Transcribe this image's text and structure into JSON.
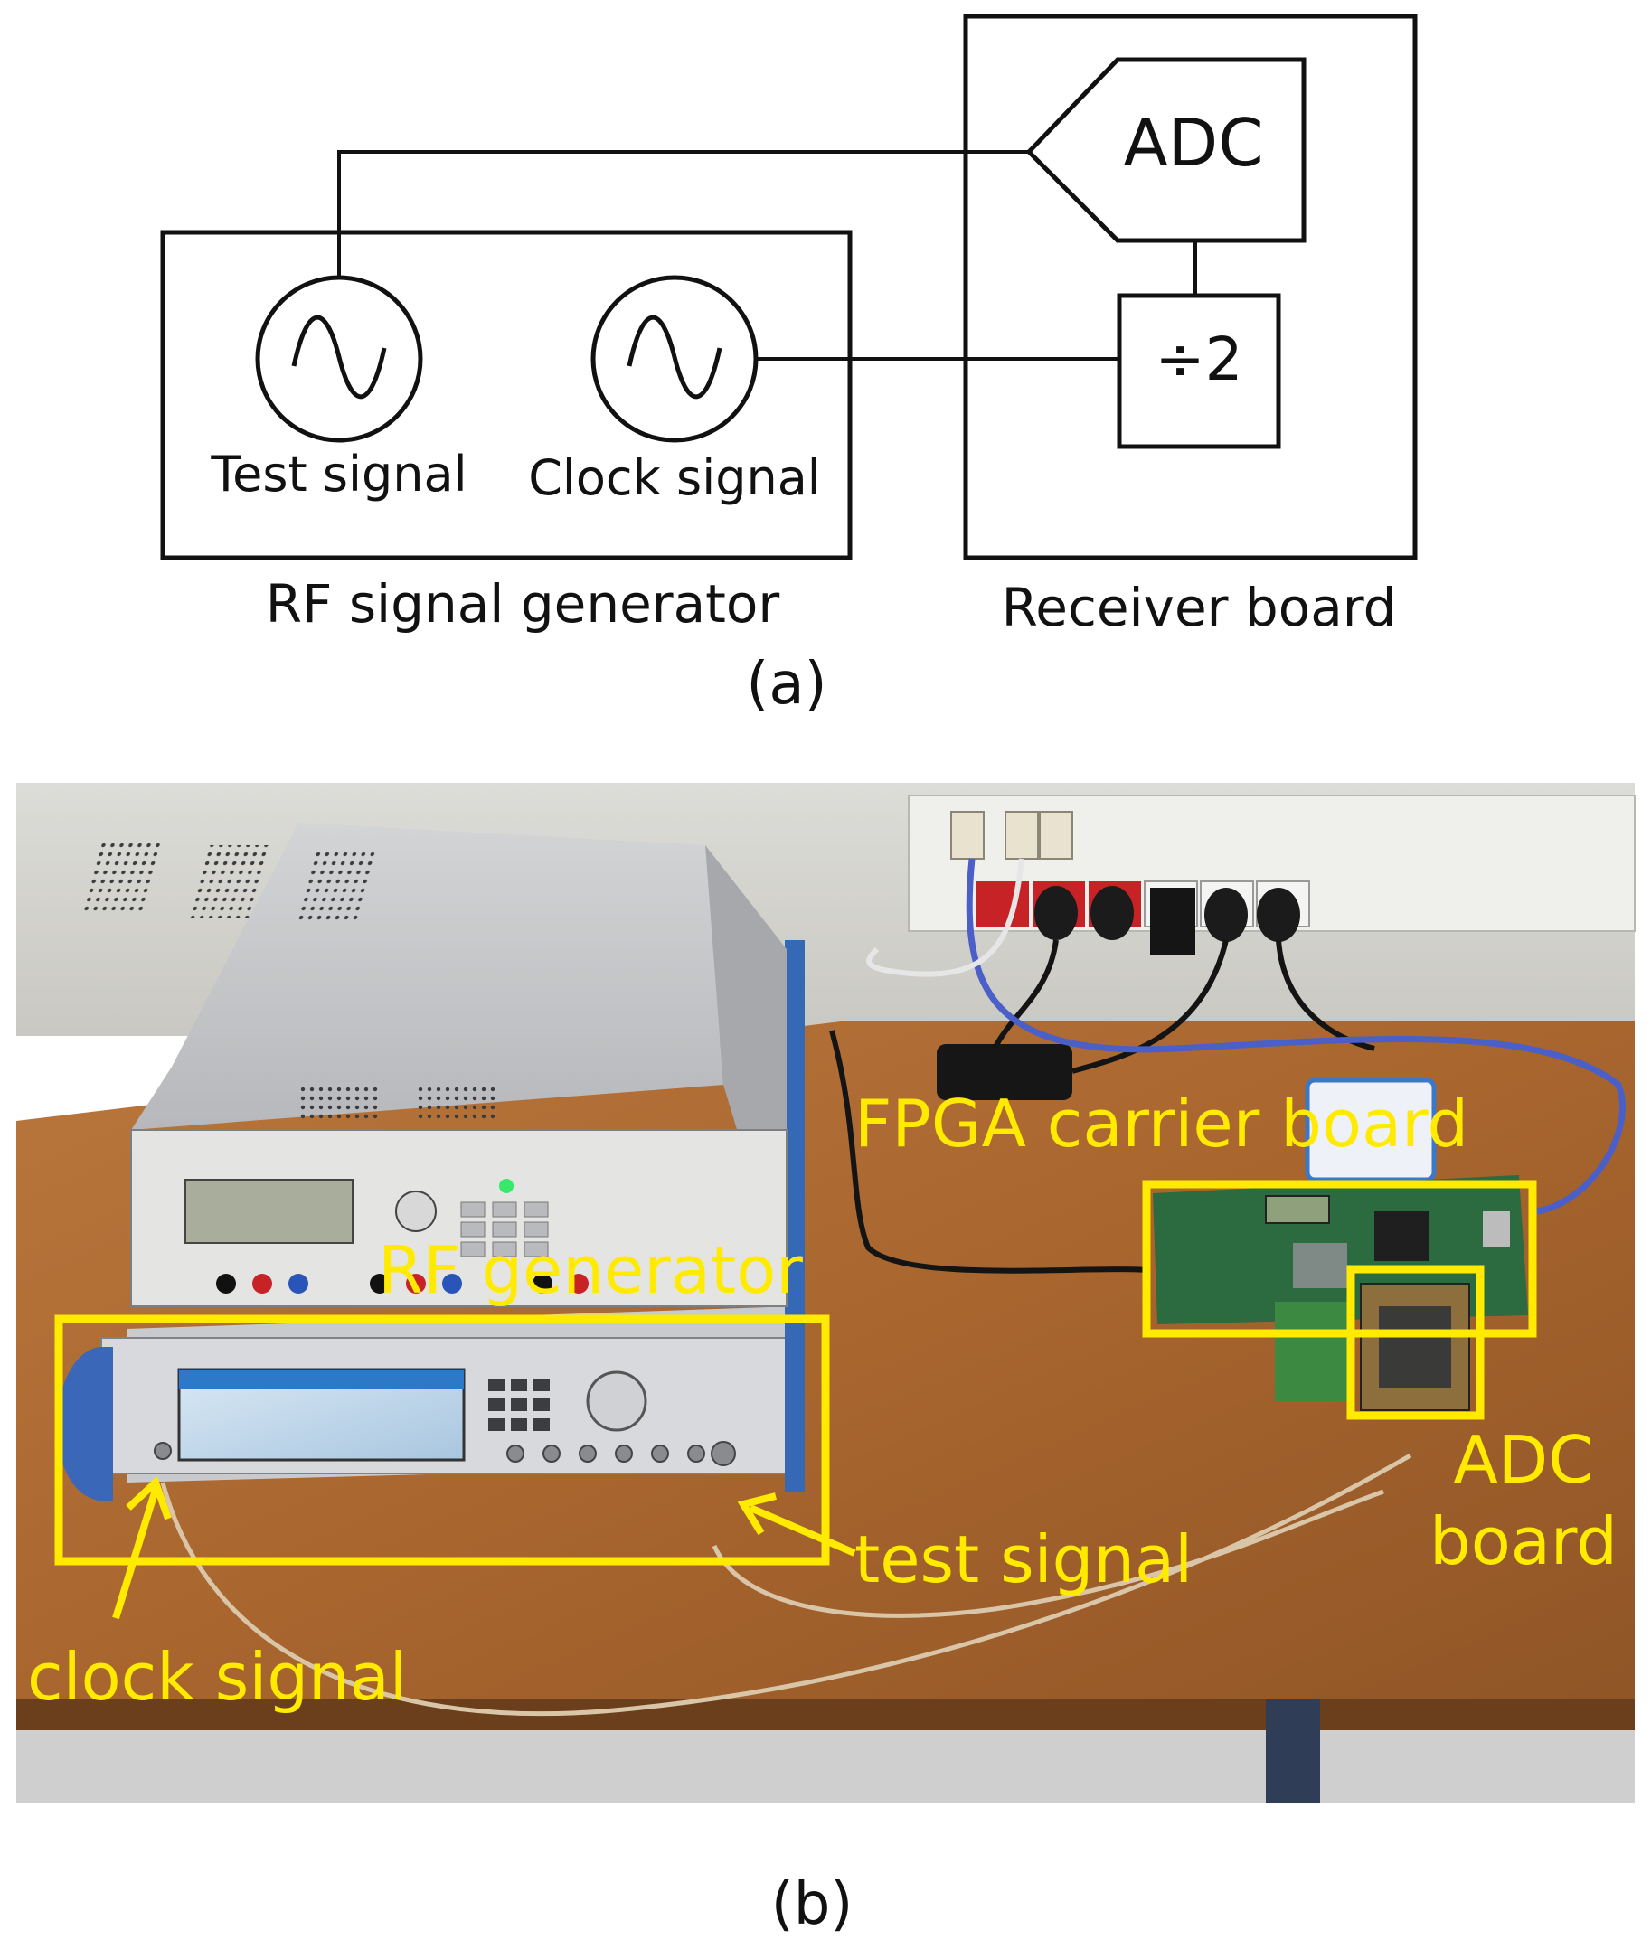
{
  "panel_a": {
    "caption": "(a)",
    "generator": {
      "label": "RF signal generator",
      "test_source_label": "Test signal",
      "clock_source_label": "Clock signal"
    },
    "receiver": {
      "label": "Receiver board",
      "adc_label": "ADC",
      "divider_label": "÷2"
    }
  },
  "panel_b": {
    "caption": "(b)",
    "annotations": {
      "fpga": "FPGA carrier board",
      "rf_generator": "RF generator",
      "adc_board_line1": "ADC",
      "adc_board_line2": "board",
      "test_signal": "test signal",
      "clock_signal": "clock signal"
    },
    "annotation_color": "#ffea00"
  }
}
